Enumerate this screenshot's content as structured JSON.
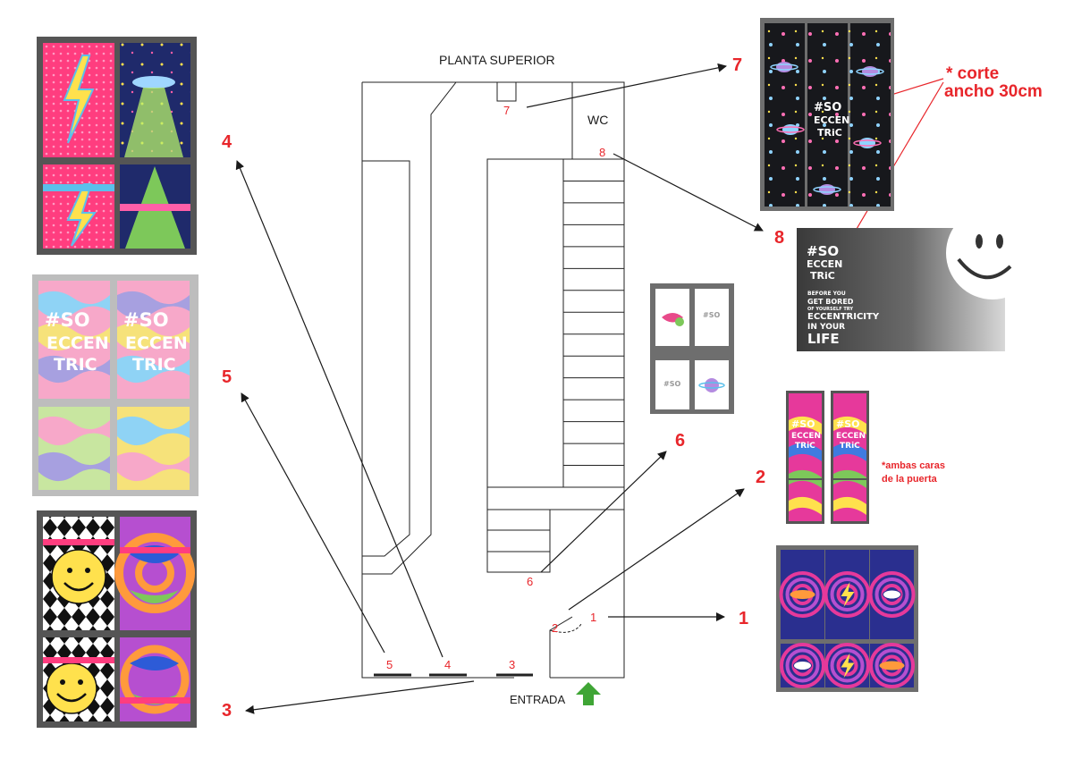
{
  "plan": {
    "title": "PLANTA SUPERIOR",
    "wc": "WC",
    "entrance": "ENTRADA",
    "marks": {
      "m1": "1",
      "m2": "2",
      "m3": "3",
      "m4": "4",
      "m5": "5",
      "m6": "6",
      "m7": "7",
      "m8": "8"
    }
  },
  "callouts": {
    "c1": "1",
    "c2": "2",
    "c3": "3",
    "c4": "4",
    "c5": "5",
    "c6": "6",
    "c7": "7",
    "c8": "8"
  },
  "notes": {
    "corte_line1": "* corte",
    "corte_line2": "ancho 30cm",
    "ambas_line1": "*ambas caras",
    "ambas_line2": "de la puerta"
  },
  "artwork": {
    "brand": "#SOECCENTRIC",
    "logo_l1": "#SO",
    "logo_l2": "ECCEN",
    "logo_l3": "TRIC",
    "logo_small_l2": "ECCEN",
    "logo_small_l3": "TRiC",
    "sign_l1": "BEFORE YOU",
    "sign_l2": "GET BORED",
    "sign_l3": "OF YOURSELF TRY",
    "sign_l4": "ECCENTRICITY",
    "sign_l5": "IN YOUR",
    "sign_l6": "LIFE"
  },
  "colors": {
    "accent_red": "#e8262b",
    "arrow_green": "#3fa535",
    "frame_dark": "#555555",
    "frame_light": "#bdbdbd"
  }
}
